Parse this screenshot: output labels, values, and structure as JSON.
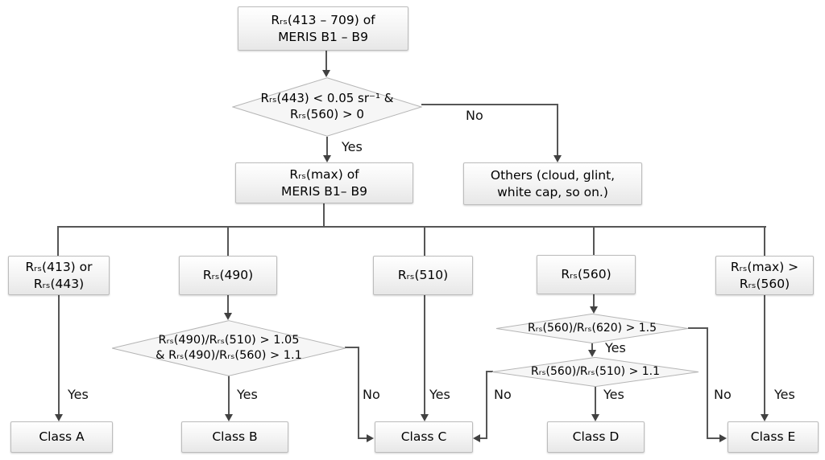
{
  "figure": {
    "description_visible": false
  },
  "colors": {
    "line": "#565656",
    "arrow": "#414141",
    "box_border": "#bcbcbc",
    "box_fill_top": "#ffffff",
    "box_fill_bottom": "#e7e7e7",
    "diamond_fill": "#f6f6f6",
    "diamond_border": "#b5b5b5",
    "text": "#000000"
  },
  "nodes": {
    "source": {
      "label": "Rᵣₛ(413 – 709) of\nMERIS B1 – B9"
    },
    "cloud_test": {
      "label": "Rᵣₛ(443) < 0.05 sr⁻¹ &\nRᵣₛ(560) > 0"
    },
    "max_band": {
      "label": "Rᵣₛ(max) of\nMERIS B1– B9"
    },
    "others": {
      "label": "Others (cloud, glint,\nwhite cap, so on.)"
    },
    "branch_413": {
      "label": "Rᵣₛ(413) or\nRᵣₛ(443)"
    },
    "branch_490": {
      "label": "Rᵣₛ(490)"
    },
    "branch_510": {
      "label": "Rᵣₛ(510)"
    },
    "branch_560": {
      "label": "Rᵣₛ(560)"
    },
    "branch_max": {
      "label": "Rᵣₛ(max) >\nRᵣₛ(560)"
    },
    "test_490": {
      "label": "Rᵣₛ(490)/Rᵣₛ(510) > 1.05\n& Rᵣₛ(490)/Rᵣₛ(560) > 1.1"
    },
    "test_560_620": {
      "label": "Rᵣₛ(560)/Rᵣₛ(620) > 1.5"
    },
    "test_560_510": {
      "label": "Rᵣₛ(560)/Rᵣₛ(510) > 1.1"
    },
    "class_a": {
      "label": "Class A"
    },
    "class_b": {
      "label": "Class B"
    },
    "class_c": {
      "label": "Class C"
    },
    "class_d": {
      "label": "Class D"
    },
    "class_e": {
      "label": "Class E"
    }
  },
  "edges": {
    "cloud_yes": "Yes",
    "cloud_no": "No",
    "a_yes": "Yes",
    "b_yes": "Yes",
    "c_yes": "Yes",
    "d_yes": "Yes",
    "e_yes": "Yes",
    "t490_no": "No",
    "t560510_no": "No",
    "t560620_no": "No",
    "t560620_yes": "Yes"
  }
}
